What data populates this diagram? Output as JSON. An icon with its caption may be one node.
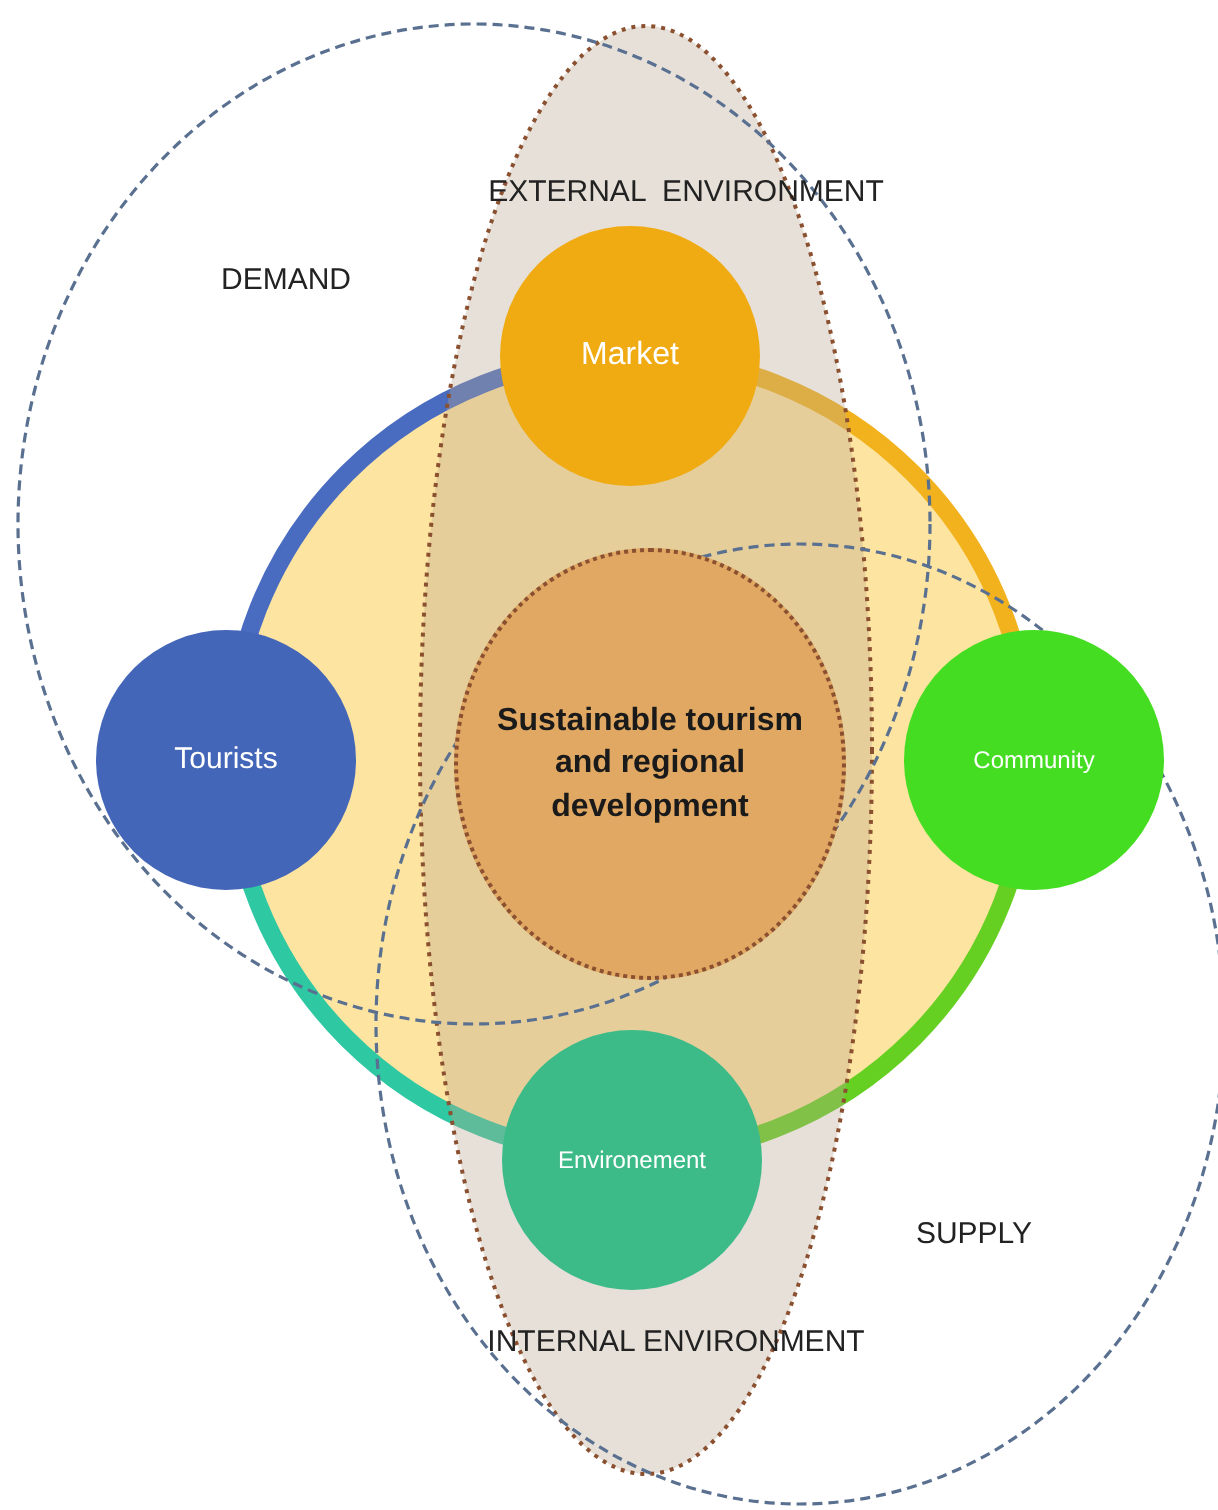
{
  "diagram": {
    "nodes": [
      {
        "text": [
          "Market"
        ]
      },
      {
        "text": [
          "Tourists"
        ]
      },
      {
        "text": [
          "Sustainable tourism and regional development"
        ]
      },
      {
        "text": [
          "Community"
        ]
      },
      {
        "text": [
          "Environement"
        ]
      }
    ],
    "edges": [],
    "labels": [
      "EXTERNAL  ENVIRONMENT",
      "DEMAND",
      "SUPPLY",
      "INTERNAL ENVIRONMENT"
    ]
  }
}
